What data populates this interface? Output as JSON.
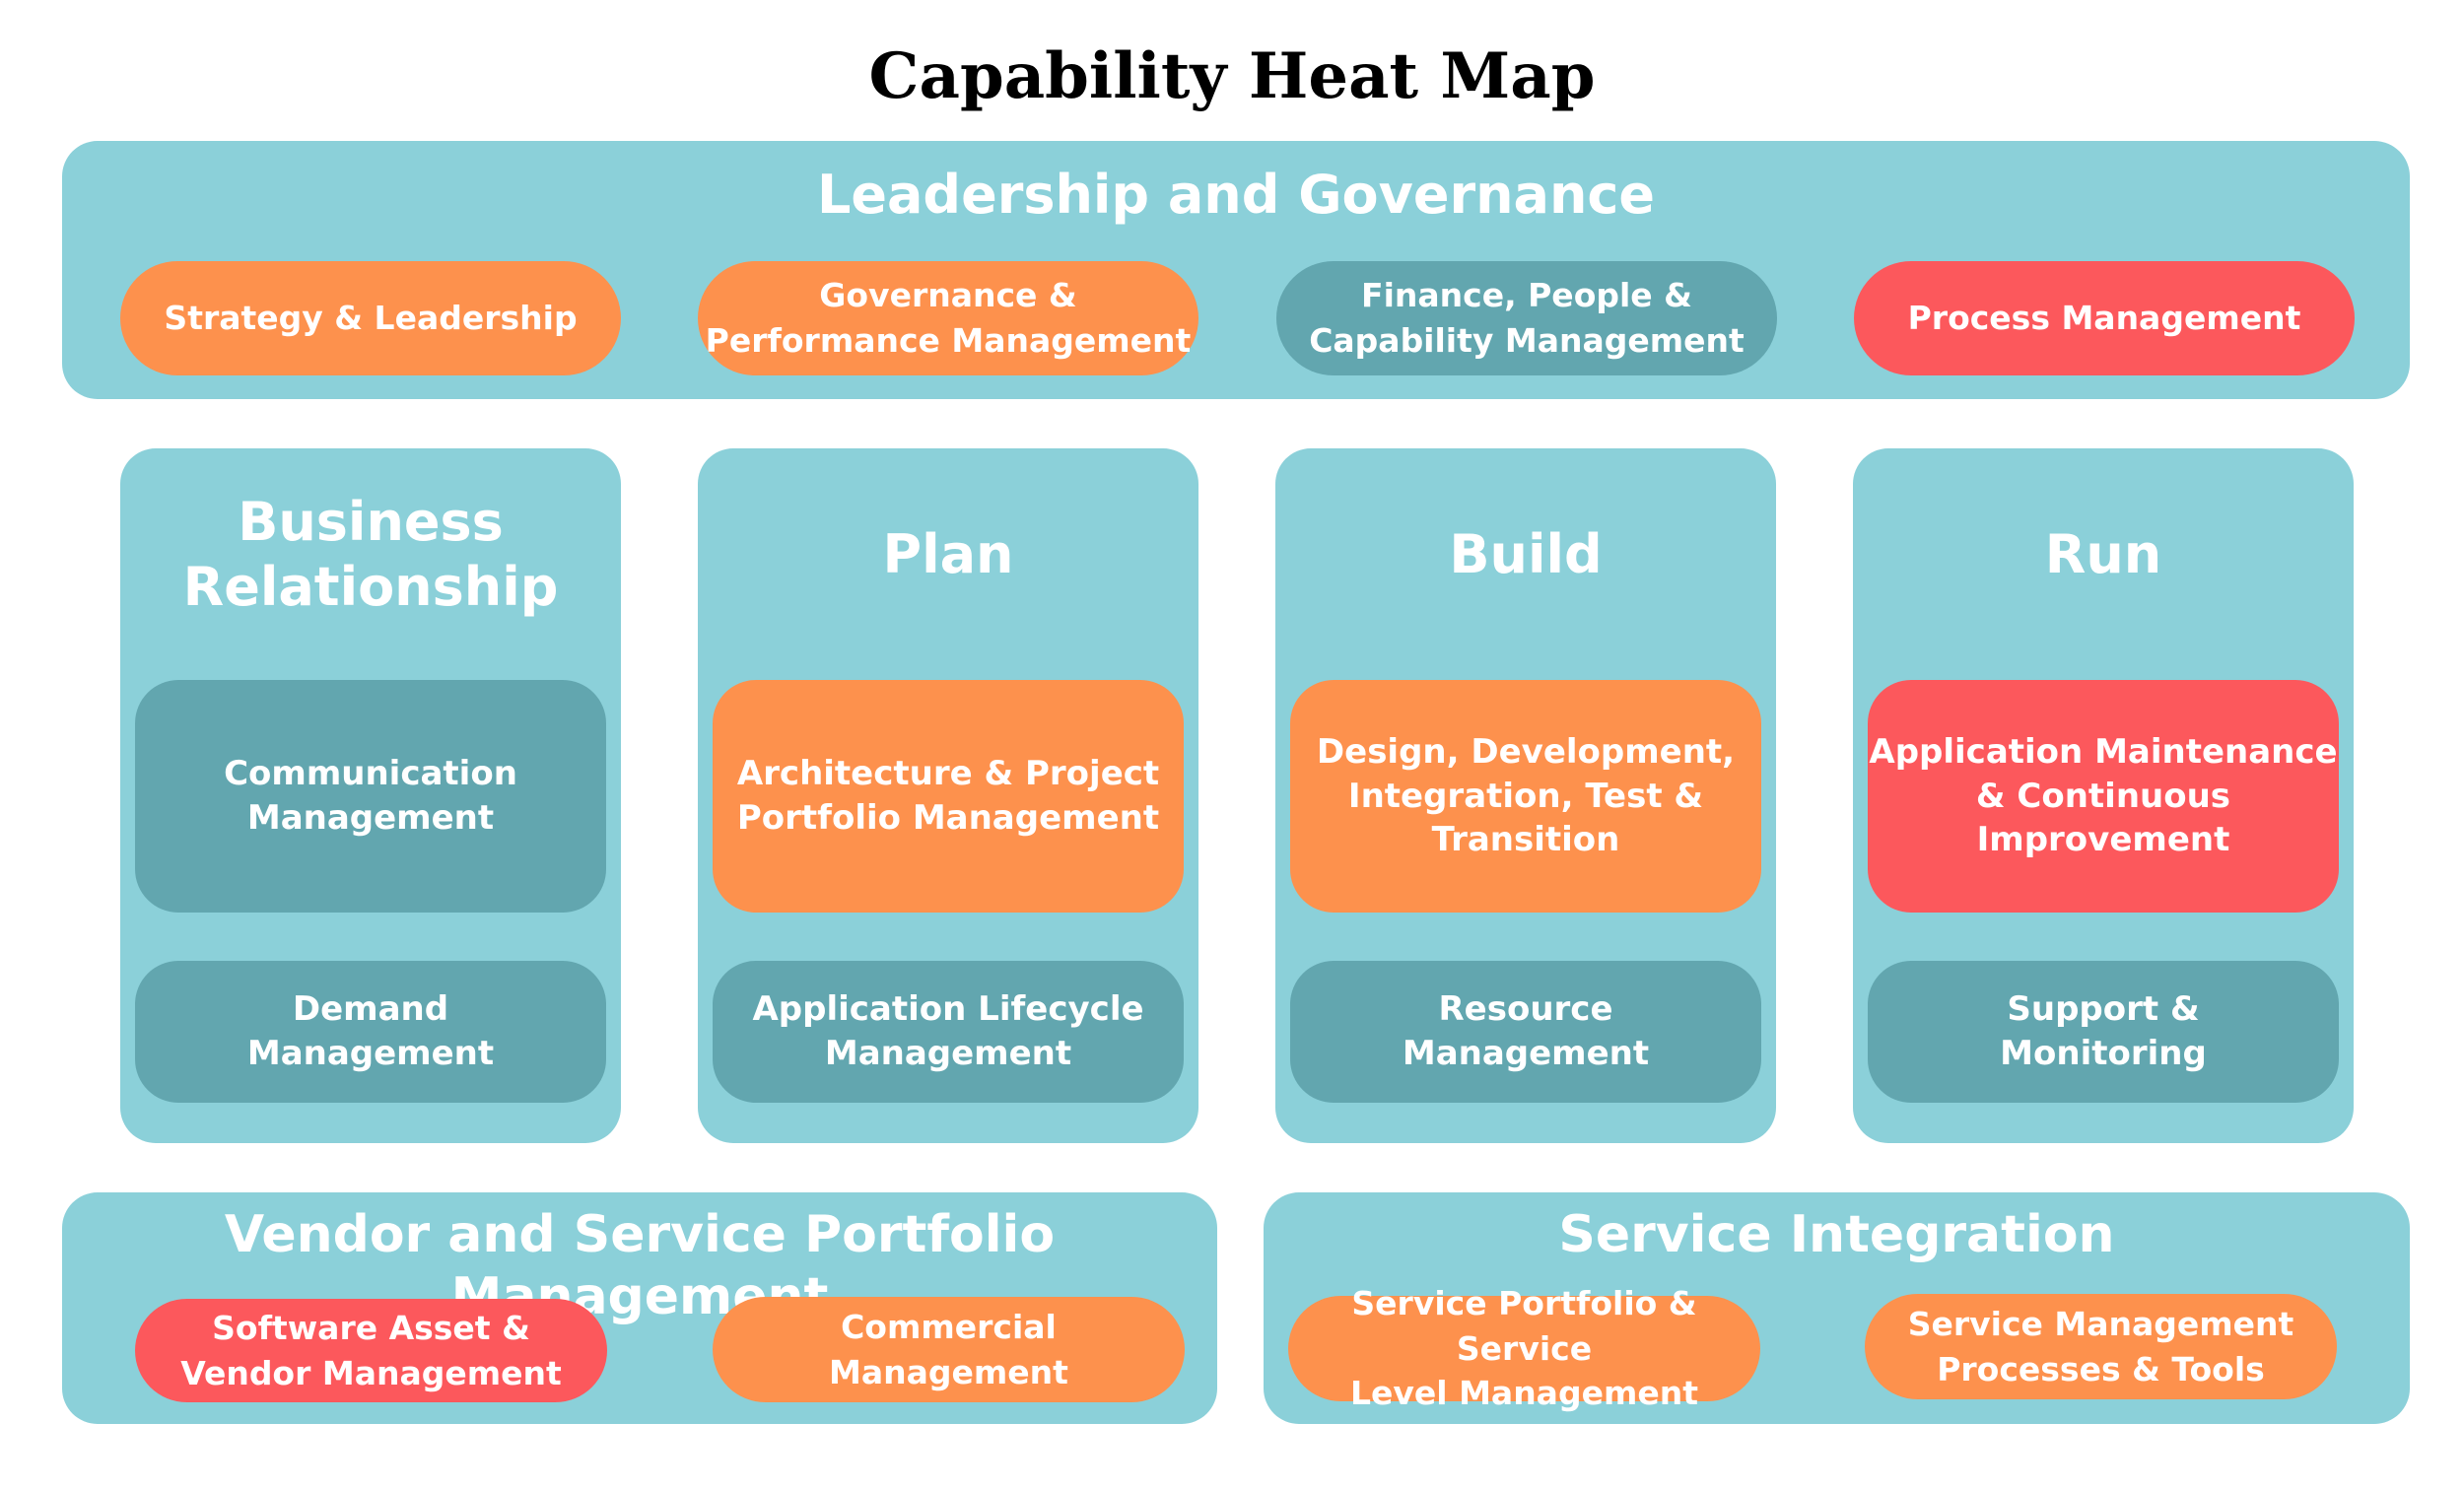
{
  "title": "Capability Heat Map",
  "colors": {
    "panel": "#8bd0d9",
    "teal": "#62a6af",
    "orange": "#fd914d",
    "red": "#fc585c",
    "text": "#ffffff"
  },
  "leadership": {
    "title": "Leadership and Governance",
    "items": [
      {
        "label": "Strategy & Leadership",
        "status": "orange"
      },
      {
        "label": "Governance &\nPerformance Management",
        "status": "orange"
      },
      {
        "label": "Finance, People &\nCapability Management",
        "status": "teal"
      },
      {
        "label": "Process Management",
        "status": "red"
      }
    ]
  },
  "columns": [
    {
      "title": "Business\nRelationship",
      "items": [
        {
          "label": "Communication\nManagement",
          "status": "teal"
        },
        {
          "label": "Demand\nManagement",
          "status": "teal"
        }
      ]
    },
    {
      "title": "Plan",
      "items": [
        {
          "label": "Architecture & Project\nPortfolio Management",
          "status": "orange"
        },
        {
          "label": "Application Lifecycle\nManagement",
          "status": "teal"
        }
      ]
    },
    {
      "title": "Build",
      "items": [
        {
          "label": "Design, Development,\nIntegration, Test &\nTransition",
          "status": "orange"
        },
        {
          "label": "Resource\nManagement",
          "status": "teal"
        }
      ]
    },
    {
      "title": "Run",
      "items": [
        {
          "label": "Application Maintenance\n& Continuous\nImprovement",
          "status": "red"
        },
        {
          "label": "Support &\nMonitoring",
          "status": "teal"
        }
      ]
    }
  ],
  "vendor": {
    "title": "Vendor and Service Portfolio Management",
    "items": [
      {
        "label": "Software Asset &\nVendor Management",
        "status": "red"
      },
      {
        "label": "Commercial\nManagement",
        "status": "orange"
      }
    ]
  },
  "integration": {
    "title": "Service Integration",
    "items": [
      {
        "label": "Service Portfolio & Service\nLevel Management",
        "status": "orange"
      },
      {
        "label": "Service Management\nProcesses & Tools",
        "status": "orange"
      }
    ]
  }
}
